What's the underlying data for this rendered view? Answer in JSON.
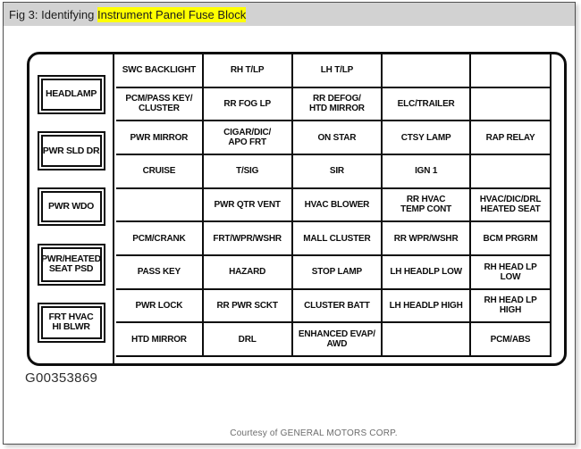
{
  "colors": {
    "highlight": "#ffff00",
    "titlebar_bg": "#d2d2d2",
    "line_ink": "#0d0d0d"
  },
  "title": {
    "prefix": "Fig 3: Identifying ",
    "highlight": "Instrument Panel Fuse Block"
  },
  "diagram": {
    "connector_boxes": [
      "HEADLAMP",
      "PWR SLD DR",
      "PWR WDO",
      "PWR/HEATED\nSEAT PSD",
      "FRT HVAC\nHI BLWR"
    ],
    "grid_rows": [
      [
        "SWC BACKLIGHT",
        "RH T/LP",
        "LH T/LP",
        "",
        ""
      ],
      [
        "PCM/PASS KEY/\nCLUSTER",
        "RR FOG LP",
        "RR DEFOG/\nHTD MIRROR",
        "ELC/TRAILER",
        ""
      ],
      [
        "PWR MIRROR",
        "CIGAR/DIC/\nAPO FRT",
        "ON STAR",
        "CTSY LAMP",
        "RAP RELAY"
      ],
      [
        "CRUISE",
        "T/SIG",
        "SIR",
        "IGN 1",
        ""
      ],
      [
        "",
        "PWR QTR VENT",
        "HVAC BLOWER",
        "RR HVAC\nTEMP CONT",
        "HVAC/DIC/DRL\nHEATED SEAT"
      ],
      [
        "PCM/CRANK",
        "FRT/WPR/WSHR",
        "MALL CLUSTER",
        "RR WPR/WSHR",
        "BCM PRGRM"
      ],
      [
        "PASS KEY",
        "HAZARD",
        "STOP LAMP",
        "LH HEADLP LOW",
        "RH HEAD LP\nLOW"
      ],
      [
        "PWR LOCK",
        "RR PWR SCKT",
        "CLUSTER BATT",
        "LH HEADLP HIGH",
        "RH HEAD LP\nHIGH"
      ],
      [
        "HTD MIRROR",
        "DRL",
        "ENHANCED EVAP/\nAWD",
        "",
        "PCM/ABS"
      ]
    ]
  },
  "figure_id": "G00353869",
  "credit": "Courtesy of GENERAL MOTORS CORP."
}
